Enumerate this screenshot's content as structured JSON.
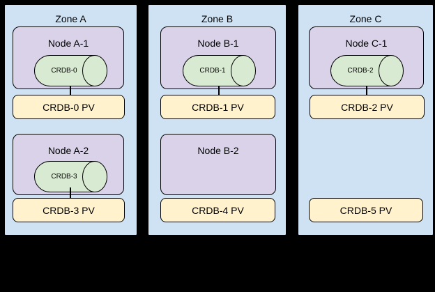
{
  "colors": {
    "background": "#000000",
    "zone_fill": "#cfe2f3",
    "node_fill": "#d9d2e9",
    "pod_fill": "#d9ead3",
    "pv_fill": "#fff2cc",
    "border": "#000000",
    "text": "#000000"
  },
  "zones": [
    {
      "label": "Zone A",
      "rows": [
        {
          "node_label": "Node A-1",
          "pod_label": "CRDB-0",
          "pv_label": "CRDB-0 PV",
          "pod_connected_to_pv": true
        },
        {
          "node_label": "Node A-2",
          "pod_label": "CRDB-3",
          "pv_label": "CRDB-3 PV",
          "pod_connected_to_pv": true
        }
      ]
    },
    {
      "label": "Zone B",
      "rows": [
        {
          "node_label": "Node B-1",
          "pod_label": "CRDB-1",
          "pv_label": "CRDB-1 PV",
          "pod_connected_to_pv": true
        },
        {
          "node_label": "Node B-2",
          "pod_label": null,
          "pv_label": "CRDB-4 PV",
          "pod_connected_to_pv": false
        }
      ]
    },
    {
      "label": "Zone C",
      "rows": [
        {
          "node_label": "Node C-1",
          "pod_label": "CRDB-2",
          "pv_label": "CRDB-2 PV",
          "pod_connected_to_pv": true
        },
        {
          "node_label": null,
          "pod_label": null,
          "pv_label": "CRDB-5 PV",
          "pod_connected_to_pv": false
        }
      ]
    }
  ]
}
